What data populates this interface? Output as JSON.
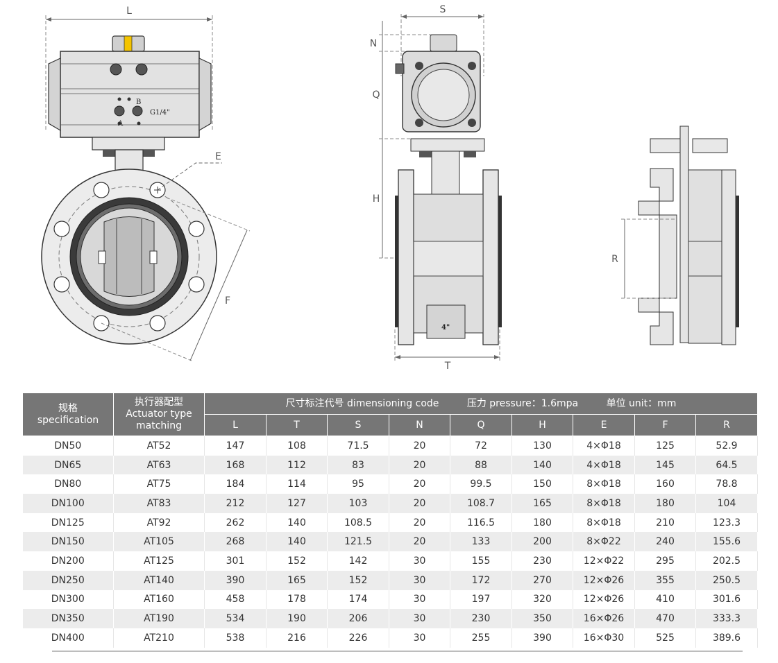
{
  "drawing": {
    "front_labels": {
      "L": "L",
      "E": "E",
      "F": "F",
      "port": "G1/4\"",
      "A": "A",
      "B": "B"
    },
    "side_labels": {
      "S": "S",
      "N": "N",
      "Q": "Q",
      "H": "H",
      "T": "T",
      "size_mark": "4\""
    },
    "section_labels": {
      "R": "R"
    }
  },
  "table": {
    "spec_cn": "规格",
    "spec_en": "specification",
    "actuator_cn": "执行器配型",
    "actuator_en1": "Actuator type",
    "actuator_en2": "matching",
    "dim_code": "尺寸标注代号 dimensioning code",
    "pressure": "压力 pressure：1.6mpa",
    "unit": "单位 unit：mm",
    "columns": [
      "L",
      "T",
      "S",
      "N",
      "Q",
      "H",
      "E",
      "F",
      "R"
    ],
    "rows": [
      {
        "spec": "DN50",
        "act": "AT52",
        "L": "147",
        "T": "108",
        "S": "71.5",
        "N": "20",
        "Q": "72",
        "H": "130",
        "E": "4×Φ18",
        "F": "125",
        "R": "52.9"
      },
      {
        "spec": "DN65",
        "act": "AT63",
        "L": "168",
        "T": "112",
        "S": "83",
        "N": "20",
        "Q": "88",
        "H": "140",
        "E": "4×Φ18",
        "F": "145",
        "R": "64.5"
      },
      {
        "spec": "DN80",
        "act": "AT75",
        "L": "184",
        "T": "114",
        "S": "95",
        "N": "20",
        "Q": "99.5",
        "H": "150",
        "E": "8×Φ18",
        "F": "160",
        "R": "78.8"
      },
      {
        "spec": "DN100",
        "act": "AT83",
        "L": "212",
        "T": "127",
        "S": "103",
        "N": "20",
        "Q": "108.7",
        "H": "165",
        "E": "8×Φ18",
        "F": "180",
        "R": "104"
      },
      {
        "spec": "DN125",
        "act": "AT92",
        "L": "262",
        "T": "140",
        "S": "108.5",
        "N": "20",
        "Q": "116.5",
        "H": "180",
        "E": "8×Φ18",
        "F": "210",
        "R": "123.3"
      },
      {
        "spec": "DN150",
        "act": "AT105",
        "L": "268",
        "T": "140",
        "S": "121.5",
        "N": "20",
        "Q": "133",
        "H": "200",
        "E": "8×Φ22",
        "F": "240",
        "R": "155.6"
      },
      {
        "spec": "DN200",
        "act": "AT125",
        "L": "301",
        "T": "152",
        "S": "142",
        "N": "30",
        "Q": "155",
        "H": "230",
        "E": "12×Φ22",
        "F": "295",
        "R": "202.5"
      },
      {
        "spec": "DN250",
        "act": "AT140",
        "L": "390",
        "T": "165",
        "S": "152",
        "N": "30",
        "Q": "172",
        "H": "270",
        "E": "12×Φ26",
        "F": "355",
        "R": "250.5"
      },
      {
        "spec": "DN300",
        "act": "AT160",
        "L": "458",
        "T": "178",
        "S": "174",
        "N": "30",
        "Q": "197",
        "H": "320",
        "E": "12×Φ26",
        "F": "410",
        "R": "301.6"
      },
      {
        "spec": "DN350",
        "act": "AT190",
        "L": "534",
        "T": "190",
        "S": "206",
        "N": "30",
        "Q": "230",
        "H": "350",
        "E": "16×Φ26",
        "F": "470",
        "R": "333.3"
      },
      {
        "spec": "DN400",
        "act": "AT210",
        "L": "538",
        "T": "216",
        "S": "226",
        "N": "30",
        "Q": "255",
        "H": "390",
        "E": "16×Φ30",
        "F": "525",
        "R": "389.6"
      }
    ]
  }
}
